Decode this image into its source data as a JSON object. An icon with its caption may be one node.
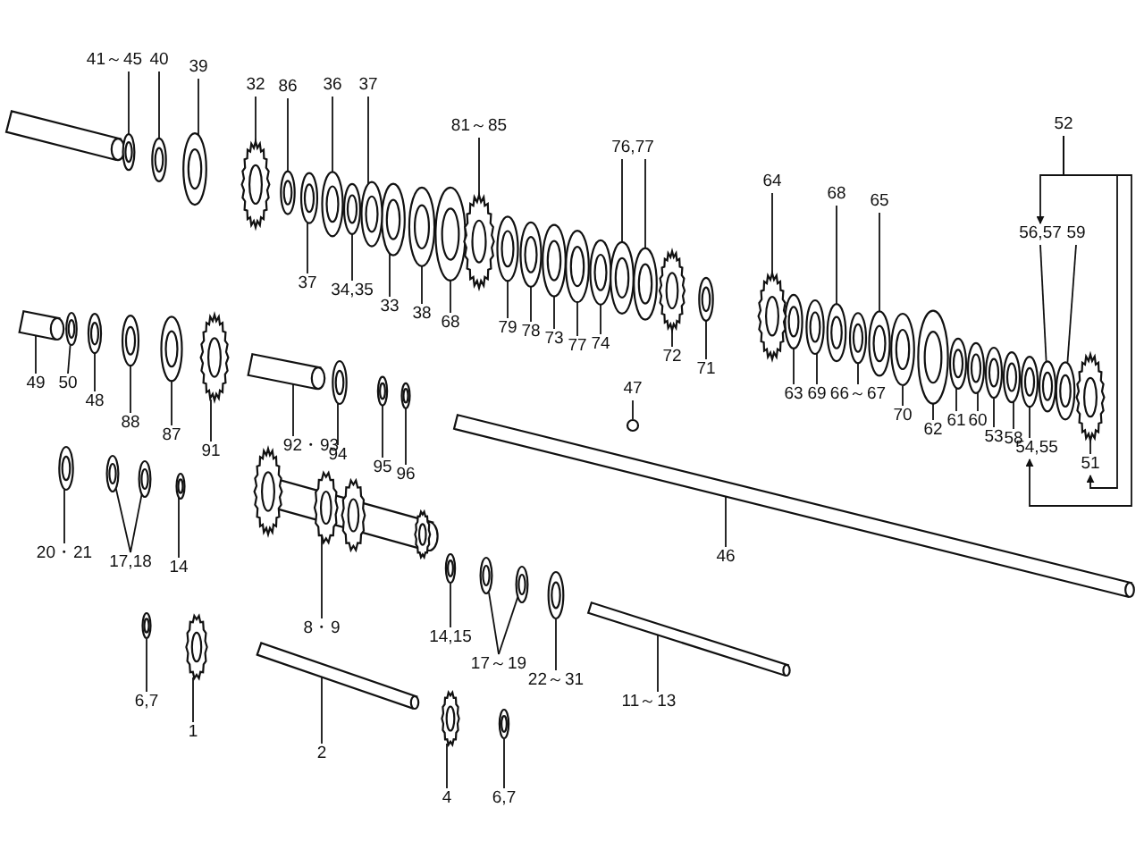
{
  "diagram": {
    "nodes": [
      {
        "text": [
          "41～45"
        ]
      },
      {
        "text": [
          "40"
        ]
      },
      {
        "text": [
          "39"
        ]
      },
      {
        "text": [
          "32"
        ]
      },
      {
        "text": [
          "86"
        ]
      },
      {
        "text": [
          "36"
        ]
      },
      {
        "text": [
          "37"
        ]
      },
      {
        "text": [
          "81～85"
        ]
      },
      {
        "text": [
          "76,77"
        ]
      },
      {
        "text": [
          "64"
        ]
      },
      {
        "text": [
          "68"
        ]
      },
      {
        "text": [
          "65"
        ]
      },
      {
        "text": [
          "52"
        ]
      },
      {
        "text": [
          "56,57"
        ]
      },
      {
        "text": [
          "59"
        ]
      },
      {
        "text": [
          "37"
        ]
      },
      {
        "text": [
          "34,35"
        ]
      },
      {
        "text": [
          "33"
        ]
      },
      {
        "text": [
          "38"
        ]
      },
      {
        "text": [
          "68"
        ]
      },
      {
        "text": [
          "79"
        ]
      },
      {
        "text": [
          "78"
        ]
      },
      {
        "text": [
          "73"
        ]
      },
      {
        "text": [
          "77"
        ]
      },
      {
        "text": [
          "74"
        ]
      },
      {
        "text": [
          "72"
        ]
      },
      {
        "text": [
          "71"
        ]
      },
      {
        "text": [
          "63"
        ]
      },
      {
        "text": [
          "69"
        ]
      },
      {
        "text": [
          "66～67"
        ]
      },
      {
        "text": [
          "70"
        ]
      },
      {
        "text": [
          "62"
        ]
      },
      {
        "text": [
          "61"
        ]
      },
      {
        "text": [
          "60"
        ]
      },
      {
        "text": [
          "53"
        ]
      },
      {
        "text": [
          "58"
        ]
      },
      {
        "text": [
          "54,55"
        ]
      },
      {
        "text": [
          "51"
        ]
      },
      {
        "text": [
          "49"
        ]
      },
      {
        "text": [
          "50"
        ]
      },
      {
        "text": [
          "48"
        ]
      },
      {
        "text": [
          "88"
        ]
      },
      {
        "text": [
          "87"
        ]
      },
      {
        "text": [
          "91"
        ]
      },
      {
        "text": [
          "92・93"
        ]
      },
      {
        "text": [
          "94"
        ]
      },
      {
        "text": [
          "95"
        ]
      },
      {
        "text": [
          "96"
        ]
      },
      {
        "text": [
          "47"
        ]
      },
      {
        "text": [
          "46"
        ]
      },
      {
        "text": [
          "20・21"
        ]
      },
      {
        "text": [
          "17,18"
        ]
      },
      {
        "text": [
          "14"
        ]
      },
      {
        "text": [
          "8・9"
        ]
      },
      {
        "text": [
          "14,15"
        ]
      },
      {
        "text": [
          "17～19"
        ]
      },
      {
        "text": [
          "22～31"
        ]
      },
      {
        "text": [
          "11～13"
        ]
      },
      {
        "text": [
          "6,7"
        ]
      },
      {
        "text": [
          "1"
        ]
      },
      {
        "text": [
          "2"
        ]
      },
      {
        "text": [
          "4"
        ]
      },
      {
        "text": [
          "6,7"
        ]
      },
      {
        "text": [],
        "shape": "ring"
      },
      {
        "text": [],
        "shape": "ring"
      },
      {
        "text": [],
        "shape": "ring"
      },
      {
        "text": [],
        "shape": "gear"
      },
      {
        "text": [],
        "shape": "ring"
      },
      {
        "text": [],
        "shape": "ring"
      },
      {
        "text": [],
        "shape": "ring"
      },
      {
        "text": [],
        "shape": "gear"
      },
      {
        "text": [],
        "shape": "ring"
      },
      {
        "text": [],
        "shape": "ring"
      },
      {
        "text": [],
        "shape": "gear"
      },
      {
        "text": [],
        "shape": "ring"
      },
      {
        "text": [],
        "shape": "ring"
      },
      {
        "text": [],
        "shape": "ring"
      },
      {
        "text": [],
        "shape": "ring"
      },
      {
        "text": [],
        "shape": "ring"
      },
      {
        "text": [],
        "shape": "ring"
      },
      {
        "text": [],
        "shape": "ring"
      },
      {
        "text": [],
        "shape": "ring"
      },
      {
        "text": [],
        "shape": "ring"
      },
      {
        "text": [],
        "shape": "ring"
      },
      {
        "text": [],
        "shape": "ring"
      },
      {
        "text": [],
        "shape": "ring"
      },
      {
        "text": [],
        "shape": "ring"
      },
      {
        "text": [],
        "shape": "ring"
      },
      {
        "text": [],
        "shape": "gear"
      },
      {
        "text": [],
        "shape": "ring"
      },
      {
        "text": [],
        "shape": "ring"
      },
      {
        "text": [],
        "shape": "ring"
      },
      {
        "text": [],
        "shape": "ring"
      },
      {
        "text": [],
        "shape": "ring"
      },
      {
        "text": [],
        "shape": "ring"
      },
      {
        "text": [],
        "shape": "ring"
      },
      {
        "text": [],
        "shape": "ring"
      },
      {
        "text": [],
        "shape": "ring"
      },
      {
        "text": [],
        "shape": "ring"
      },
      {
        "text": [],
        "shape": "ring"
      },
      {
        "text": [],
        "shape": "gear"
      },
      {
        "text": [],
        "shape": "shaft"
      },
      {
        "text": [],
        "shape": "ring"
      },
      {
        "text": [],
        "shape": "ring"
      },
      {
        "text": [],
        "shape": "ring"
      },
      {
        "text": [],
        "shape": "ring"
      },
      {
        "text": [],
        "shape": "gear"
      },
      {
        "text": [],
        "shape": "shaft"
      },
      {
        "text": [],
        "shape": "ring"
      },
      {
        "text": [],
        "shape": "ring"
      },
      {
        "text": [],
        "shape": "ring"
      },
      {
        "text": [],
        "shape": "circle"
      },
      {
        "text": [],
        "shape": "shaft"
      },
      {
        "text": [],
        "shape": "ring"
      },
      {
        "text": [],
        "shape": "ring"
      },
      {
        "text": [],
        "shape": "ring"
      },
      {
        "text": [],
        "shape": "ring"
      },
      {
        "text": [],
        "shape": "gears"
      },
      {
        "text": [],
        "shape": "ring"
      },
      {
        "text": [],
        "shape": "ring"
      },
      {
        "text": [],
        "shape": "ring"
      },
      {
        "text": [],
        "shape": "ring"
      },
      {
        "text": [],
        "shape": "shaft"
      },
      {
        "text": [],
        "shape": "ring"
      },
      {
        "text": [],
        "shape": "gear"
      },
      {
        "text": [],
        "shape": "shaft"
      },
      {
        "text": [],
        "shape": "gear"
      },
      {
        "text": [],
        "shape": "ring"
      }
    ],
    "edges": [
      {
        "from": 0,
        "to": 63,
        "arrow": "none"
      },
      {
        "from": 1,
        "to": 64,
        "arrow": "none"
      },
      {
        "from": 2,
        "to": 65,
        "arrow": "none"
      },
      {
        "from": 3,
        "to": 66,
        "arrow": "none"
      },
      {
        "from": 4,
        "to": 67,
        "arrow": "none"
      },
      {
        "from": 5,
        "to": 68,
        "arrow": "none"
      },
      {
        "from": 6,
        "to": 69,
        "arrow": "none"
      },
      {
        "from": 7,
        "to": 70,
        "arrow": "none"
      },
      {
        "from": 8,
        "to": 71,
        "arrow": "none"
      },
      {
        "from": 8,
        "to": 72,
        "arrow": "none"
      },
      {
        "from": 9,
        "to": 73,
        "arrow": "none"
      },
      {
        "from": 10,
        "to": 74,
        "arrow": "none"
      },
      {
        "from": 11,
        "to": 75,
        "arrow": "none"
      },
      {
        "from": 12,
        "to": 13,
        "arrow": "to"
      },
      {
        "from": 12,
        "to": 37,
        "arrow": "to"
      },
      {
        "from": 12,
        "to": 36,
        "arrow": "to"
      },
      {
        "from": 13,
        "to": 76,
        "arrow": "none"
      },
      {
        "from": 14,
        "to": 77,
        "arrow": "none"
      },
      {
        "from": 15,
        "to": 78,
        "arrow": "none"
      },
      {
        "from": 16,
        "to": 79,
        "arrow": "none"
      },
      {
        "from": 17,
        "to": 80,
        "arrow": "none"
      },
      {
        "from": 18,
        "to": 81,
        "arrow": "none"
      },
      {
        "from": 19,
        "to": 82,
        "arrow": "none"
      },
      {
        "from": 20,
        "to": 83,
        "arrow": "none"
      },
      {
        "from": 21,
        "to": 84,
        "arrow": "none"
      },
      {
        "from": 22,
        "to": 85,
        "arrow": "none"
      },
      {
        "from": 23,
        "to": 86,
        "arrow": "none"
      },
      {
        "from": 24,
        "to": 87,
        "arrow": "none"
      },
      {
        "from": 25,
        "to": 88,
        "arrow": "none"
      },
      {
        "from": 26,
        "to": 89,
        "arrow": "none"
      },
      {
        "from": 27,
        "to": 90,
        "arrow": "none"
      },
      {
        "from": 28,
        "to": 91,
        "arrow": "none"
      },
      {
        "from": 29,
        "to": 92,
        "arrow": "none"
      },
      {
        "from": 30,
        "to": 93,
        "arrow": "none"
      },
      {
        "from": 31,
        "to": 94,
        "arrow": "none"
      },
      {
        "from": 32,
        "to": 95,
        "arrow": "none"
      },
      {
        "from": 33,
        "to": 96,
        "arrow": "none"
      },
      {
        "from": 34,
        "to": 97,
        "arrow": "none"
      },
      {
        "from": 35,
        "to": 98,
        "arrow": "none"
      },
      {
        "from": 36,
        "to": 99,
        "arrow": "none"
      },
      {
        "from": 37,
        "to": 100,
        "arrow": "none"
      },
      {
        "from": 38,
        "to": 101,
        "arrow": "none"
      },
      {
        "from": 39,
        "to": 102,
        "arrow": "none"
      },
      {
        "from": 40,
        "to": 103,
        "arrow": "none"
      },
      {
        "from": 41,
        "to": 104,
        "arrow": "none"
      },
      {
        "from": 42,
        "to": 105,
        "arrow": "none"
      },
      {
        "from": 43,
        "to": 106,
        "arrow": "none"
      },
      {
        "from": 44,
        "to": 107,
        "arrow": "none"
      },
      {
        "from": 45,
        "to": 108,
        "arrow": "none"
      },
      {
        "from": 46,
        "to": 109,
        "arrow": "none"
      },
      {
        "from": 47,
        "to": 110,
        "arrow": "none"
      },
      {
        "from": 48,
        "to": 111,
        "arrow": "none"
      },
      {
        "from": 49,
        "to": 112,
        "arrow": "none"
      },
      {
        "from": 50,
        "to": 113,
        "arrow": "none"
      },
      {
        "from": 51,
        "to": 114,
        "arrow": "none"
      },
      {
        "from": 51,
        "to": 115,
        "arrow": "none"
      },
      {
        "from": 52,
        "to": 116,
        "arrow": "none"
      },
      {
        "from": 53,
        "to": 117,
        "arrow": "none"
      },
      {
        "from": 54,
        "to": 118,
        "arrow": "none"
      },
      {
        "from": 55,
        "to": 119,
        "arrow": "none"
      },
      {
        "from": 55,
        "to": 120,
        "arrow": "none"
      },
      {
        "from": 56,
        "to": 121,
        "arrow": "none"
      },
      {
        "from": 57,
        "to": 122,
        "arrow": "none"
      },
      {
        "from": 58,
        "to": 123,
        "arrow": "none"
      },
      {
        "from": 59,
        "to": 124,
        "arrow": "none"
      },
      {
        "from": 60,
        "to": 125,
        "arrow": "none"
      },
      {
        "from": 61,
        "to": 126,
        "arrow": "none"
      },
      {
        "from": 62,
        "to": 127,
        "arrow": "none"
      }
    ]
  }
}
